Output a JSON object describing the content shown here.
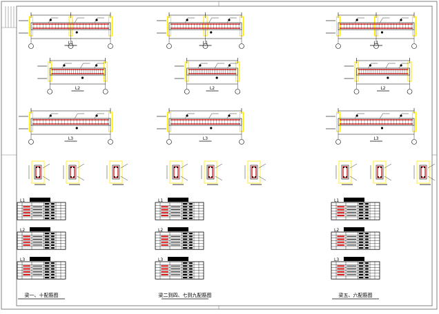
{
  "colors": {
    "background": "#ffffff",
    "line": "#000000",
    "frame": "#808080",
    "rebar": "#d40000",
    "highlight": "#ffe600",
    "table_fill": "#000000"
  },
  "columns": [
    {
      "beams": [
        "L1",
        "L2",
        "L3"
      ],
      "caption": "梁一、十配筋图"
    },
    {
      "beams": [
        "L1",
        "L2",
        "L3"
      ],
      "caption": "梁二到四、七到九配筋图"
    },
    {
      "beams": [
        "L1",
        "L2",
        "L3"
      ],
      "caption": "梁五、六配筋图"
    }
  ]
}
